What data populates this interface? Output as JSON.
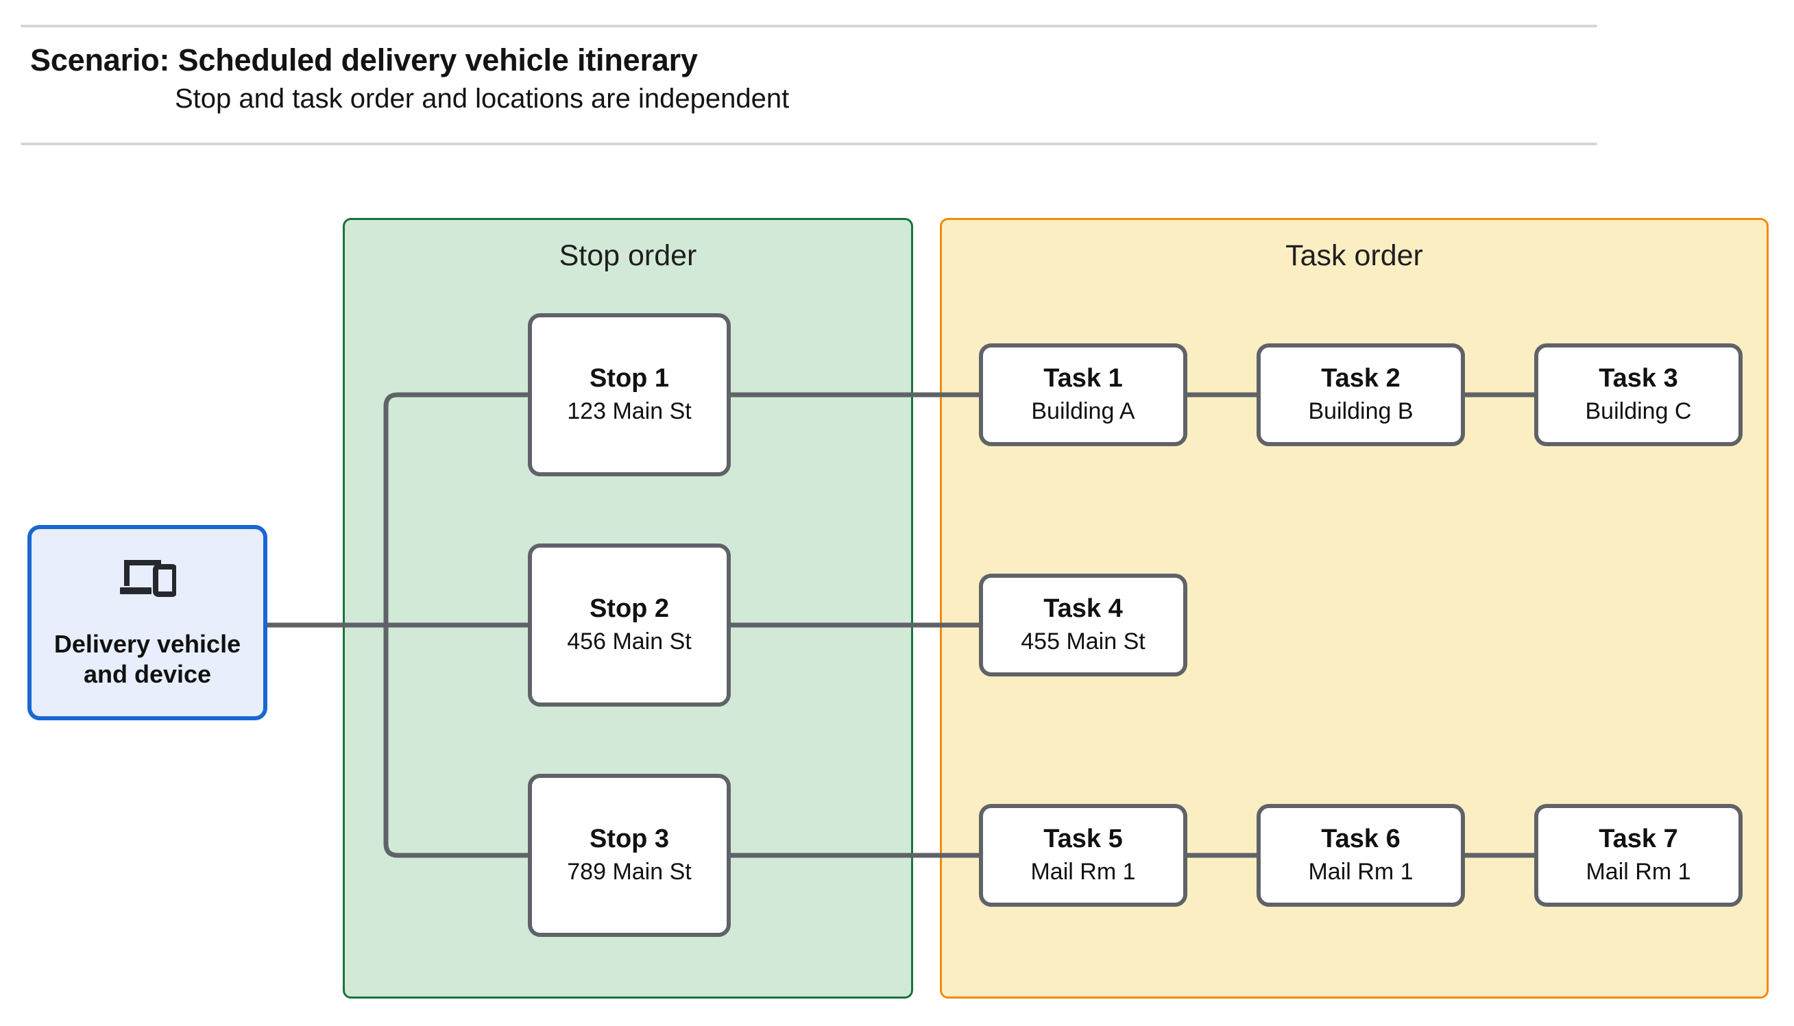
{
  "header": {
    "title": "Scenario: Scheduled delivery vehicle itinerary",
    "subtitle": "Stop and task order and locations are independent"
  },
  "device": {
    "icon": "devices-icon",
    "label": "Delivery vehicle\nand device",
    "border_color": "#1967d2",
    "fill_color": "#e8eefc"
  },
  "panels": {
    "stop": {
      "title": "Stop order",
      "border_color": "#16753a",
      "fill_color": "#d2e9d8"
    },
    "task": {
      "title": "Task order",
      "border_color": "#f28b0c",
      "fill_color": "#fceec3"
    }
  },
  "stops": [
    {
      "title": "Stop 1",
      "sub": "123 Main St"
    },
    {
      "title": "Stop 2",
      "sub": "456 Main St"
    },
    {
      "title": "Stop 3",
      "sub": "789 Main St"
    }
  ],
  "task_rows": [
    [
      {
        "title": "Task 1",
        "sub": "Building A"
      },
      {
        "title": "Task 2",
        "sub": "Building B"
      },
      {
        "title": "Task 3",
        "sub": "Building C"
      }
    ],
    [
      {
        "title": "Task 4",
        "sub": "455 Main St"
      }
    ],
    [
      {
        "title": "Task 5",
        "sub": "Mail Rm 1"
      },
      {
        "title": "Task 6",
        "sub": "Mail Rm 1"
      },
      {
        "title": "Task 7",
        "sub": "Mail Rm 1"
      }
    ]
  ],
  "connector_color": "#5f6368"
}
